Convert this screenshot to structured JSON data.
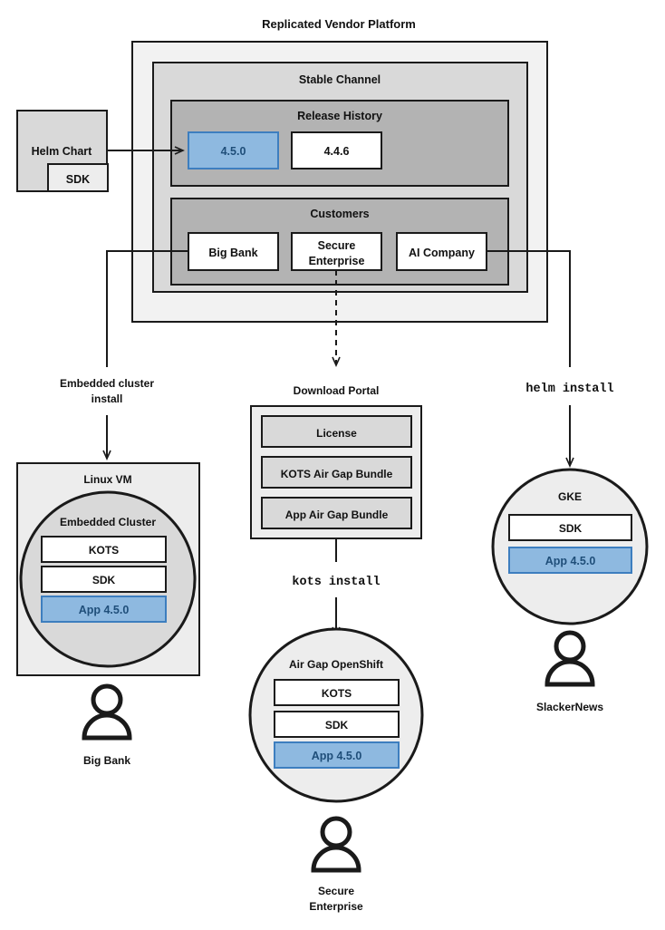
{
  "diagram": {
    "title": "Replicated Vendor Platform",
    "platform": {
      "channel": {
        "title": "Stable Channel",
        "release_history": {
          "title": "Release History",
          "releases": [
            {
              "version": "4.5.0",
              "highlighted": true
            },
            {
              "version": "4.4.6",
              "highlighted": false
            }
          ]
        },
        "customers": {
          "title": "Customers",
          "items": [
            {
              "name": "Big Bank"
            },
            {
              "name": "Secure\nEnterprise",
              "line1": "Secure",
              "line2": "Enterprise"
            },
            {
              "name": "AI Company"
            }
          ]
        }
      }
    },
    "source": {
      "title": "Helm Chart",
      "sub": "SDK"
    },
    "edges": [
      {
        "id": "embedded-cluster-install",
        "line1": "Embedded cluster",
        "line2": "install",
        "style": "solid"
      },
      {
        "id": "kots-install",
        "label": "kots install",
        "style": "solid-mono"
      },
      {
        "id": "helm-install",
        "label": "helm install",
        "style": "solid-mono"
      },
      {
        "id": "download-portal-dashed",
        "label": "",
        "style": "dashed"
      }
    ],
    "download_portal": {
      "title": "Download Portal",
      "artifacts": [
        "License",
        "KOTS Air Gap Bundle",
        "App Air Gap Bundle"
      ]
    },
    "targets": [
      {
        "id": "linux-vm",
        "host_title": "Linux VM",
        "cluster_title": "Embedded Cluster",
        "components": [
          {
            "label": "KOTS",
            "highlighted": false
          },
          {
            "label": "SDK",
            "highlighted": false
          },
          {
            "label": "App 4.5.0",
            "highlighted": true
          }
        ],
        "persona": "Big Bank"
      },
      {
        "id": "air-gap-openshift",
        "cluster_title": "Air Gap OpenShift",
        "components": [
          {
            "label": "KOTS",
            "highlighted": false
          },
          {
            "label": "SDK",
            "highlighted": false
          },
          {
            "label": "App 4.5.0",
            "highlighted": true
          }
        ],
        "persona_line1": "Secure",
        "persona_line2": "Enterprise"
      },
      {
        "id": "gke",
        "cluster_title": "GKE",
        "components": [
          {
            "label": "SDK",
            "highlighted": false
          },
          {
            "label": "App 4.5.0",
            "highlighted": true
          }
        ],
        "persona": "SlackerNews"
      }
    ],
    "colors": {
      "highlight_fill": "#8eb9e0",
      "highlight_stroke": "#3d7ebf",
      "highlight_text": "#1f4e79",
      "outer_fill": "#f2f2f2",
      "channel_fill": "#d9d9d9",
      "group_fill": "#b3b3b3",
      "stroke": "#1a1a1a"
    }
  }
}
